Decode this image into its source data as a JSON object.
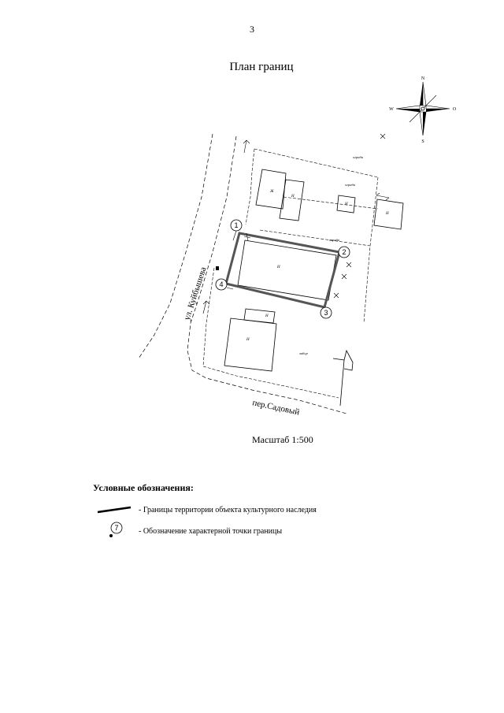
{
  "page": {
    "number": "3",
    "title": "План границ"
  },
  "compass": {
    "north": "N",
    "south": "S",
    "west": "W",
    "east": "O"
  },
  "map": {
    "streets": {
      "kuibysheva": "ул. Куйбышева",
      "sadovy": "пер.Садовый"
    },
    "points": [
      "1",
      "2",
      "3",
      "4"
    ],
    "building_labels": [
      "Ж",
      "Н",
      "Н",
      "Н",
      "Н",
      "Н",
      "Н"
    ],
    "fence_labels": [
      "ограда",
      "ограда",
      "ограда",
      "забор"
    ]
  },
  "scale": {
    "text": "Масштаб 1:500"
  },
  "legend": {
    "title": "Условные обозначения:",
    "items": [
      {
        "symbol": "boundary-line",
        "text": "- Границы территории объекта культурного наследия"
      },
      {
        "symbol": "point-marker",
        "marker_label": "7",
        "text": "- Обозначение характерной точки границы"
      }
    ]
  }
}
